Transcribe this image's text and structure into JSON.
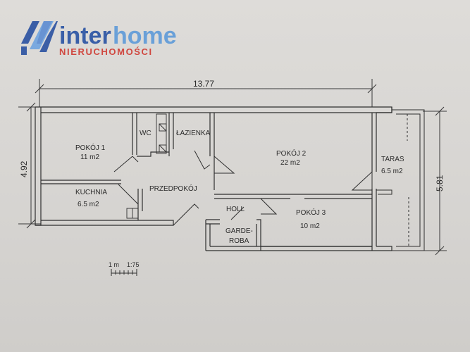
{
  "brand": {
    "name_part1": "inter",
    "name_part2": "home",
    "tagline": "NIERUCHOMOŚCI",
    "colors": {
      "inter": "#3a5fa8",
      "home": "#6aa0d8",
      "tagline": "#d0473f",
      "mark_dark": "#3b5ea6",
      "mark_light": "#7aa9df",
      "mark_red": "#c9453c"
    }
  },
  "dimensions": {
    "width_total": "13.77",
    "left_height": "4.92",
    "right_height": "5.81"
  },
  "rooms": {
    "pokoj1": {
      "name": "POKÓJ 1",
      "area": "11 m2"
    },
    "wc": {
      "name": "WC"
    },
    "lazienka": {
      "name": "ŁAZIENKA"
    },
    "pokoj2": {
      "name": "POKÓJ 2",
      "area": "22 m2"
    },
    "taras": {
      "name": "TARAS",
      "area": "6.5 m2"
    },
    "kuchnia": {
      "name": "KUCHNIA",
      "area": "6.5 m2"
    },
    "przedpokoj": {
      "name": "PRZEDPOKÓJ"
    },
    "holl": {
      "name": "HOLL"
    },
    "garderoba": {
      "name_line1": "GARDE-",
      "name_line2": "ROBA"
    },
    "pokoj3": {
      "name": "POKÓJ 3",
      "area": "10 m2"
    }
  },
  "scale": {
    "unit": "1 m",
    "ratio": "1:75"
  }
}
